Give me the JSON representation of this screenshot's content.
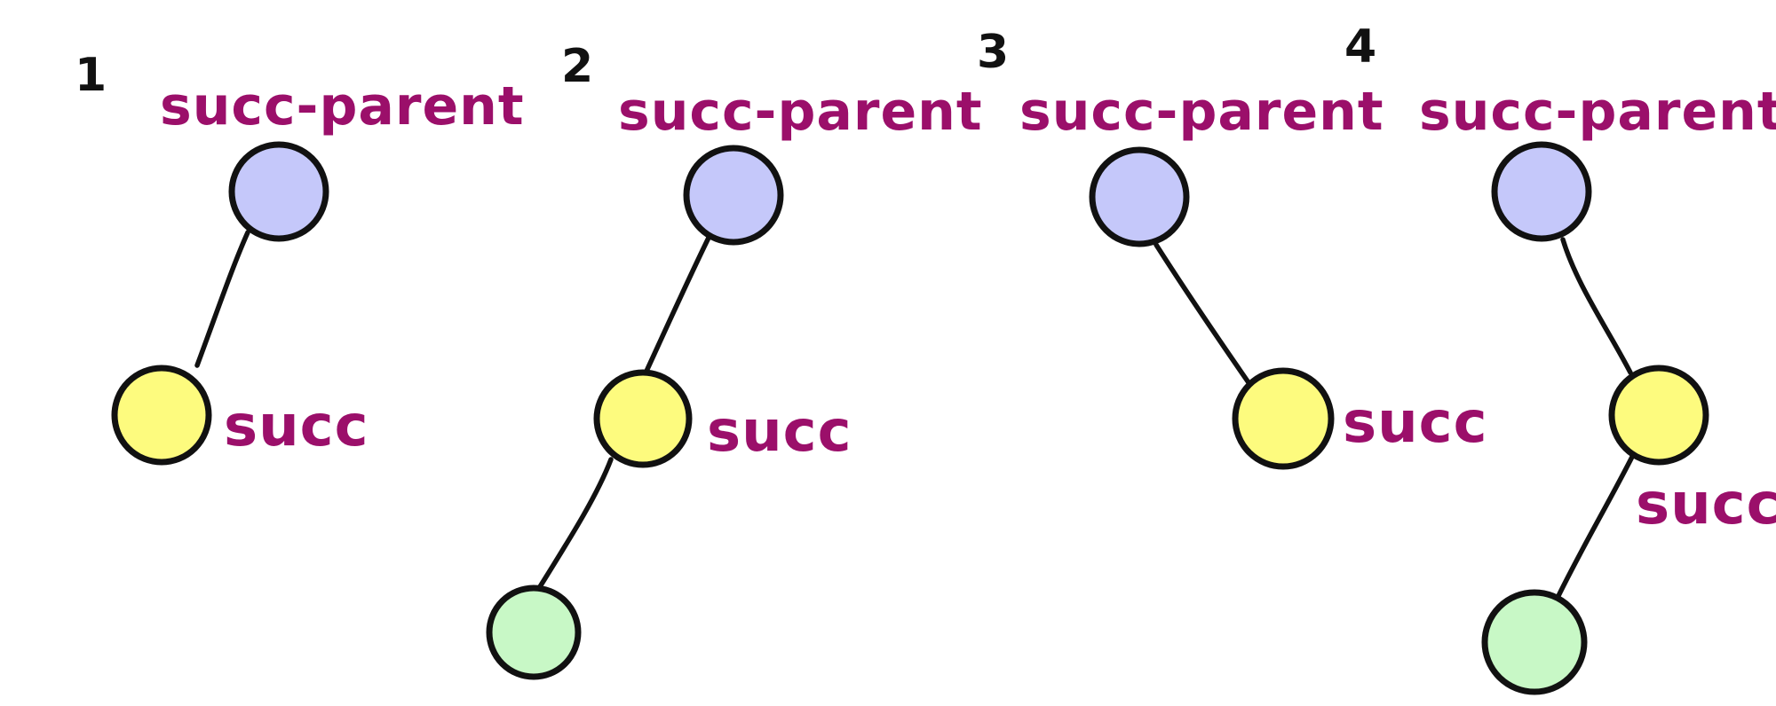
{
  "colors": {
    "label": "#9b0f6a",
    "ink": "#111111",
    "parent_fill": "#c5c8fa",
    "succ_fill": "#fdfb7e",
    "child_fill": "#c8f8c6"
  },
  "panels": [
    {
      "number": "1",
      "parent_label": "succ-parent",
      "succ_label": "succ"
    },
    {
      "number": "2",
      "parent_label": "succ-parent",
      "succ_label": "succ"
    },
    {
      "number": "3",
      "parent_label": "succ-parent",
      "succ_label": "succ"
    },
    {
      "number": "4",
      "parent_label": "succ-parent",
      "succ_label": "succ"
    }
  ]
}
